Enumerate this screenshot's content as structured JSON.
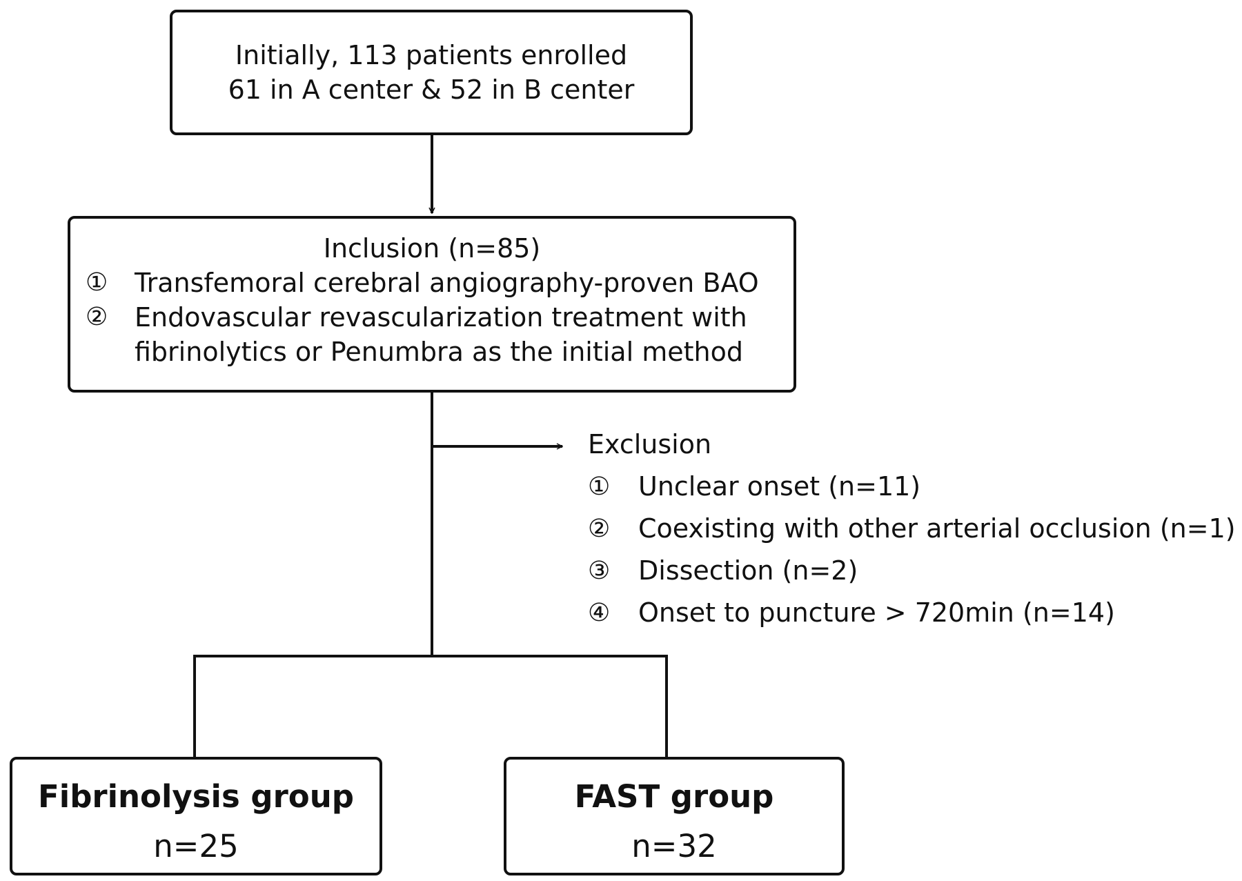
{
  "initial_box": {
    "line1": "Initially, 113 patients enrolled",
    "line2": "61 in A center & 52 in B center"
  },
  "inclusion_box": {
    "title": "Inclusion (n=85)",
    "criteria": [
      {
        "number": "①",
        "lines": [
          "Transfemoral cerebral angiography-proven BAO"
        ]
      },
      {
        "number": "②",
        "lines": [
          "Endovascular revascularization treatment with",
          "fibrinolytics or Penumbra as the initial method"
        ]
      }
    ]
  },
  "exclusion": {
    "title": "Exclusion",
    "items": [
      {
        "number": "①",
        "text": "Unclear onset (n=11)"
      },
      {
        "number": "②",
        "text": "Coexisting with other arterial occlusion (n=1)"
      },
      {
        "number": "③",
        "text": "Dissection (n=2)"
      },
      {
        "number": "④",
        "text": "Onset to puncture > 720min (n=14)"
      }
    ]
  },
  "groups": [
    {
      "name": "Fibrinolysis group",
      "n": "n=25"
    },
    {
      "name": "FAST group",
      "n": "n=32"
    }
  ],
  "colors": {
    "stroke": "#111111",
    "background": "#ffffff"
  }
}
